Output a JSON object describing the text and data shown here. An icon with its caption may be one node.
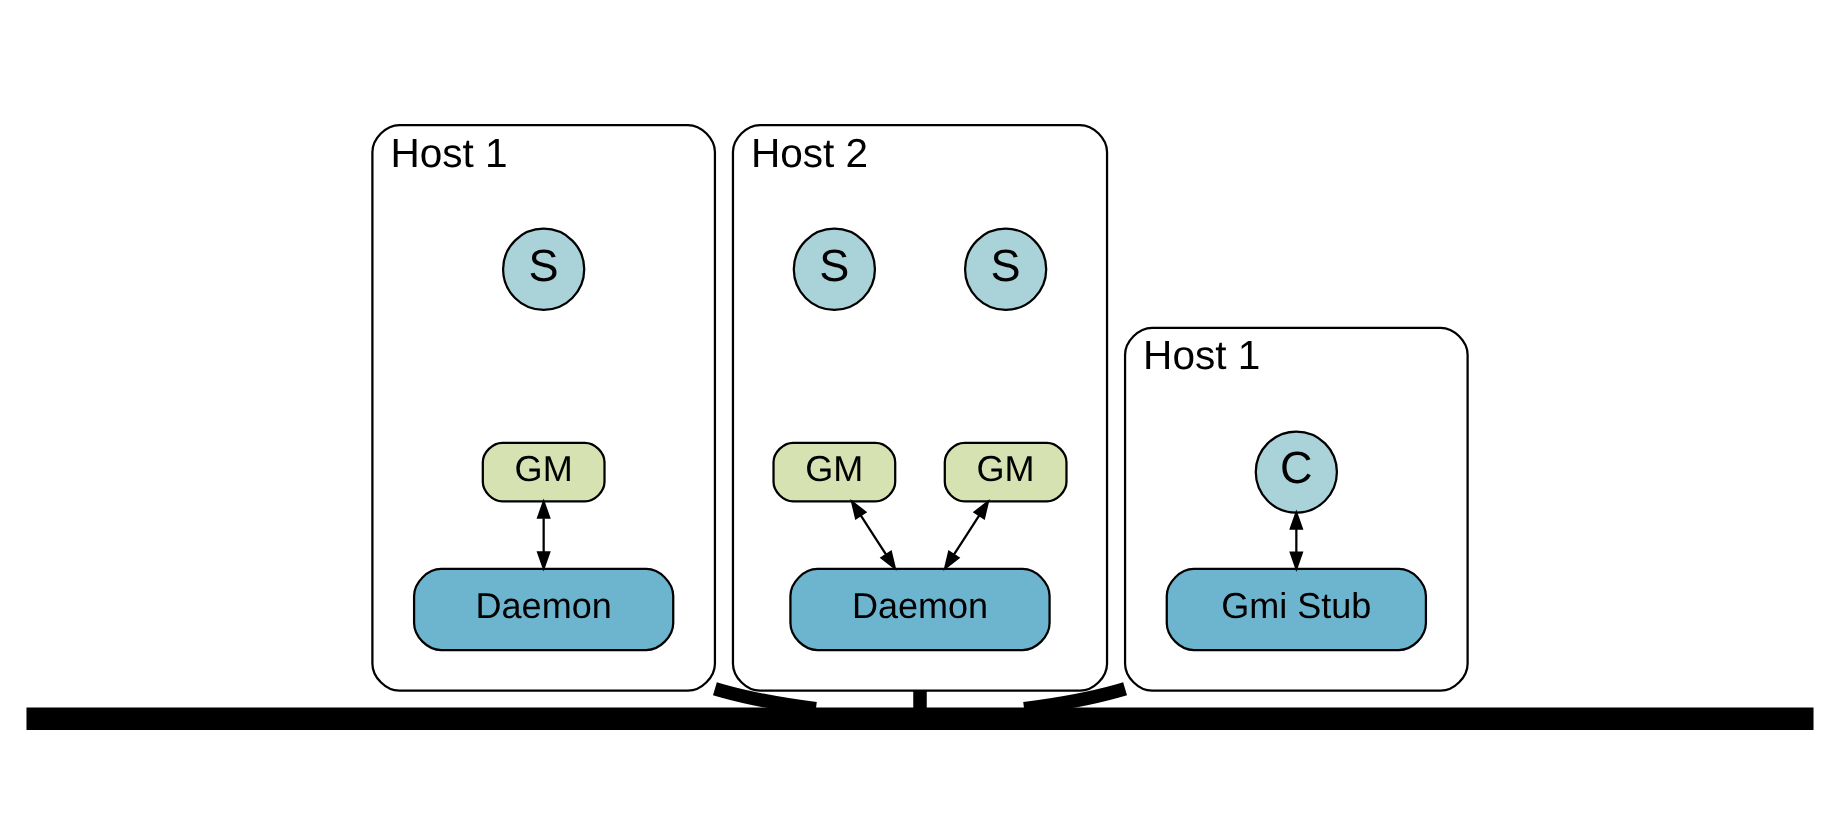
{
  "diagram": {
    "nodes": [
      {
        "text": [
          "Host 1"
        ]
      },
      {
        "text": [
          "S"
        ],
        "in": 0
      },
      {
        "text": [
          "GM"
        ],
        "in": 0
      },
      {
        "text": [
          "Daemon"
        ],
        "in": 0
      },
      {
        "text": [
          "Host 2"
        ]
      },
      {
        "text": [
          "S"
        ],
        "in": 4
      },
      {
        "text": [
          "GM"
        ],
        "in": 4
      },
      {
        "text": [
          "S"
        ],
        "in": 4
      },
      {
        "text": [
          "GM"
        ],
        "in": 4
      },
      {
        "text": [
          "Daemon"
        ],
        "in": 4
      },
      {
        "text": [
          "Host 1"
        ]
      },
      {
        "text": [
          "C"
        ],
        "in": 10
      },
      {
        "text": [
          "Gmi Stub"
        ],
        "in": 10
      },
      {
        "text": [],
        "shape": "bar"
      }
    ],
    "edges": [
      {
        "from": 2,
        "to": 3,
        "arrow": "both"
      },
      {
        "from": 6,
        "to": 9,
        "arrow": "both"
      },
      {
        "from": 8,
        "to": 9,
        "arrow": "both"
      },
      {
        "from": 11,
        "to": 12,
        "arrow": "both"
      },
      {
        "from": 0,
        "to": 13,
        "arrow": "none",
        "style": "thick"
      },
      {
        "from": 4,
        "to": 13,
        "arrow": "none",
        "style": "thick"
      },
      {
        "from": 10,
        "to": 13,
        "arrow": "none",
        "style": "thick"
      }
    ]
  }
}
